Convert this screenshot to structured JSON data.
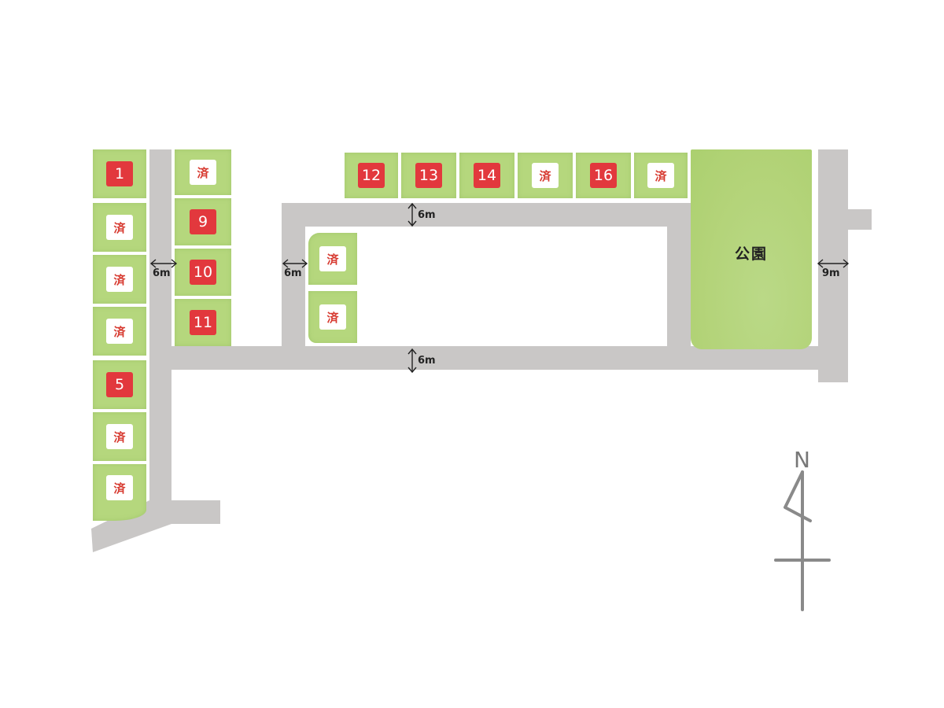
{
  "lots": {
    "left_column": [
      {
        "label": "1",
        "status": "available"
      },
      {
        "label": "済",
        "status": "sold"
      },
      {
        "label": "済",
        "status": "sold"
      },
      {
        "label": "済",
        "status": "sold"
      },
      {
        "label": "5",
        "status": "available"
      },
      {
        "label": "済",
        "status": "sold"
      },
      {
        "label": "済",
        "status": "sold"
      }
    ],
    "middle_column": [
      {
        "label": "済",
        "status": "sold"
      },
      {
        "label": "9",
        "status": "available"
      },
      {
        "label": "10",
        "status": "available"
      },
      {
        "label": "11",
        "status": "available"
      }
    ],
    "inner_block": [
      {
        "label": "済",
        "status": "sold"
      },
      {
        "label": "済",
        "status": "sold"
      }
    ],
    "top_row": [
      {
        "label": "12",
        "status": "available"
      },
      {
        "label": "13",
        "status": "available"
      },
      {
        "label": "14",
        "status": "available"
      },
      {
        "label": "済",
        "status": "sold"
      },
      {
        "label": "16",
        "status": "available"
      },
      {
        "label": "済",
        "status": "sold"
      }
    ]
  },
  "park": {
    "label": "公園"
  },
  "road_widths": {
    "left_road": "6m",
    "inner_west_road": "6m",
    "north_loop_road": "6m",
    "south_loop_road": "6m",
    "east_road": "9m"
  },
  "compass": {
    "label": "N"
  },
  "colors": {
    "lot_green": "#b5d77d",
    "road_gray": "#c9c7c6",
    "available_red": "#e2383d",
    "sold_text_red": "#d7392f"
  }
}
